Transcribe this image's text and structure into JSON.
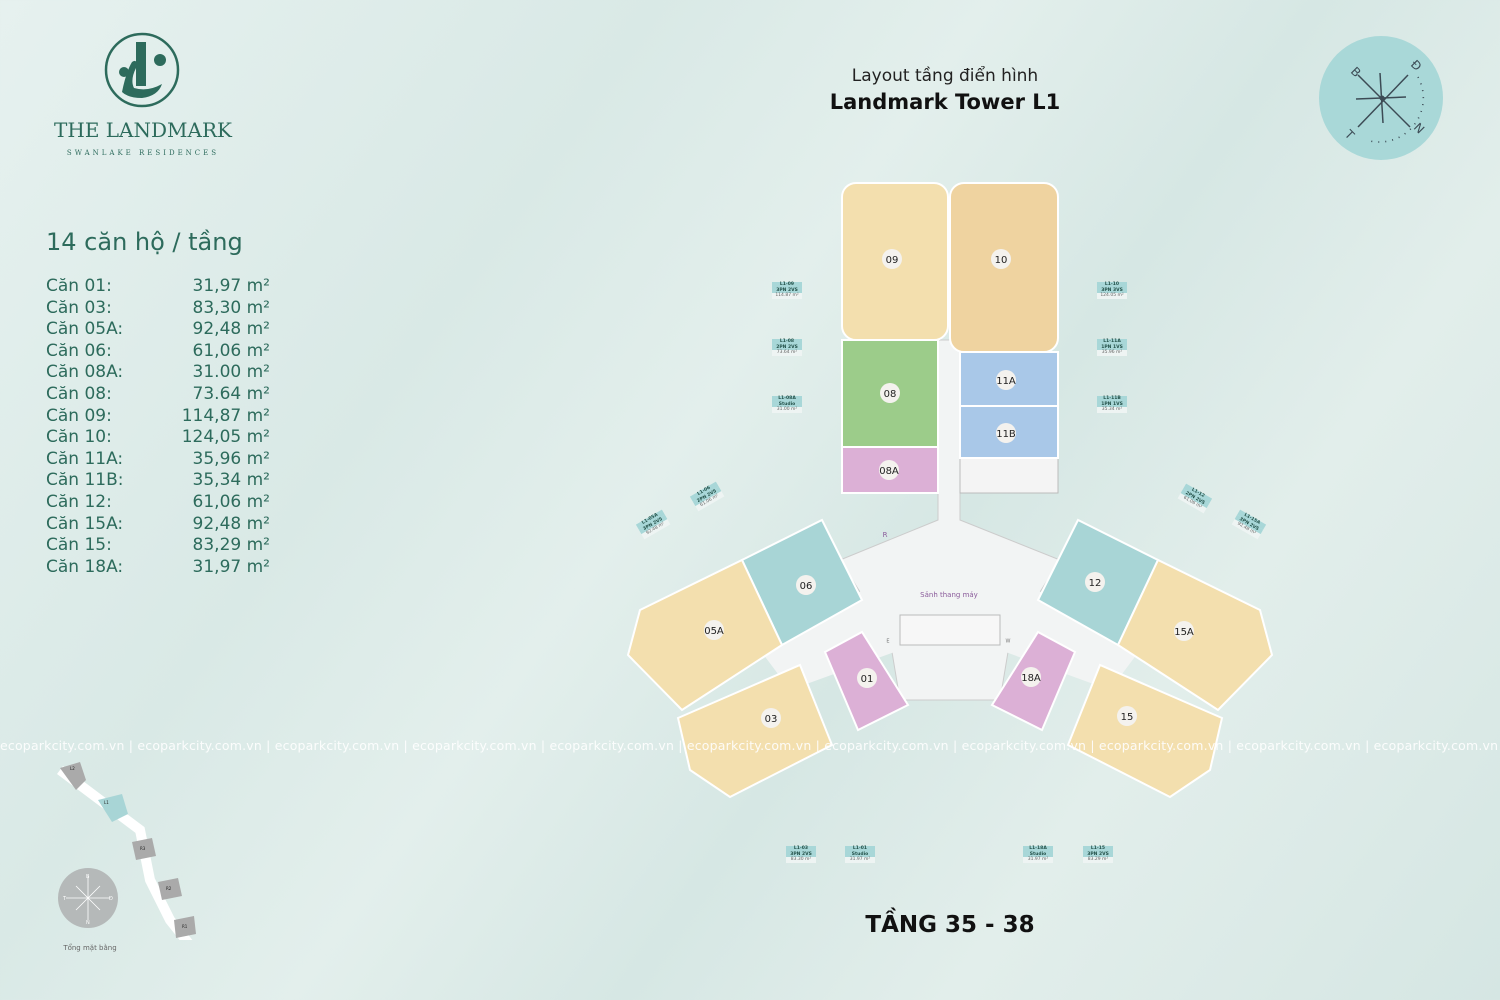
{
  "brand": {
    "name": "THE LANDMARK",
    "subtitle": "SWANLAKE RESIDENCES"
  },
  "title": {
    "line1": "Layout tầng điển hình",
    "line2": "Landmark Tower L1"
  },
  "summary": {
    "heading": "14 căn hộ / tầng",
    "units": [
      {
        "label": "Căn 01:",
        "area": "31,97 m²"
      },
      {
        "label": "Căn 03:",
        "area": "83,30 m²"
      },
      {
        "label": "Căn 05A:",
        "area": "92,48 m²"
      },
      {
        "label": "Căn 06:",
        "area": "61,06 m²"
      },
      {
        "label": "Căn 08A:",
        "area": "31.00 m²"
      },
      {
        "label": "Căn 08:",
        "area": "73.64 m²"
      },
      {
        "label": "Căn 09:",
        "area": "114,87 m²"
      },
      {
        "label": "Căn 10:",
        "area": "124,05 m²"
      },
      {
        "label": "Căn 11A:",
        "area": "35,96 m²"
      },
      {
        "label": "Căn 11B:",
        "area": "35,34 m²"
      },
      {
        "label": "Căn 12:",
        "area": "61,06 m²"
      },
      {
        "label": "Căn 15A:",
        "area": "92,48 m²"
      },
      {
        "label": "Căn 15:",
        "area": "83,29 m²"
      },
      {
        "label": "Căn 18A:",
        "area": "31,97 m²"
      }
    ]
  },
  "compass": {
    "n": "B",
    "e": "Đ",
    "s": "N",
    "w": "T"
  },
  "plan": {
    "units": [
      "09",
      "10",
      "08",
      "11A",
      "11B",
      "08A",
      "06",
      "05A",
      "03",
      "01",
      "12",
      "15A",
      "15",
      "18A"
    ],
    "lobby": "Sảnh thang máy",
    "room_r": "R",
    "room_e": "E",
    "room_w": "W",
    "tags": [
      {
        "code": "L1-09",
        "type": "3PN 2VS",
        "area": "114.87 m²"
      },
      {
        "code": "L1-08",
        "type": "2PN 2VS",
        "area": "73.64 m²"
      },
      {
        "code": "L1-08A",
        "type": "Studio",
        "area": "31.00 m²"
      },
      {
        "code": "L1-10",
        "type": "3PN 3VS",
        "area": "124.05 m²"
      },
      {
        "code": "L1-11A",
        "type": "1PN 1VS",
        "area": "35.96 m²"
      },
      {
        "code": "L1-11B",
        "type": "1PN 1VS",
        "area": "35.34 m²"
      },
      {
        "code": "L1-05A",
        "type": "3PN 2VS",
        "area": "92.48 m²"
      },
      {
        "code": "L1-06",
        "type": "2PN 2VS",
        "area": "61.06 m²"
      },
      {
        "code": "L1-12",
        "type": "2PN 2VS",
        "area": "61.06 m²"
      },
      {
        "code": "L1-15A",
        "type": "3PN 2VS",
        "area": "92.48 m²"
      },
      {
        "code": "L1-03",
        "type": "3PN 2VS",
        "area": "83.30 m²"
      },
      {
        "code": "L1-01",
        "type": "Studio",
        "area": "31.97 m²"
      },
      {
        "code": "L1-18A",
        "type": "Studio",
        "area": "31.97 m²"
      },
      {
        "code": "L1-15",
        "type": "3PN 2VS",
        "area": "83.29 m²"
      }
    ]
  },
  "floor": "TẦNG 35 - 38",
  "watermark": "ecoparkcity.com.vn  |  ecoparkcity.com.vn  |  ecoparkcity.com.vn  |  ecoparkcity.com.vn  |  ecoparkcity.com.vn  |  ecoparkcity.com.vn  |  ecoparkcity.com.vn  |  ecoparkcity.com.vn  |  ecoparkcity.com.vn  |  ecoparkcity.com.vn  |  ecoparkcity.com.vn  |",
  "site_map": {
    "caption": "Tổng mặt bằng",
    "blocks": [
      "L2",
      "L1",
      "R3",
      "R2",
      "R1"
    ],
    "compass": {
      "n": "B",
      "e": "Đ",
      "s": "N",
      "w": "T"
    }
  },
  "colors": {
    "brand": "#2d6b5c",
    "yellow": "#f3dfae",
    "orange": "#efd3a0",
    "green": "#9ccc8a",
    "blue": "#a9c8e8",
    "pink": "#dcb0d6",
    "teal": "#a8d5d6"
  }
}
